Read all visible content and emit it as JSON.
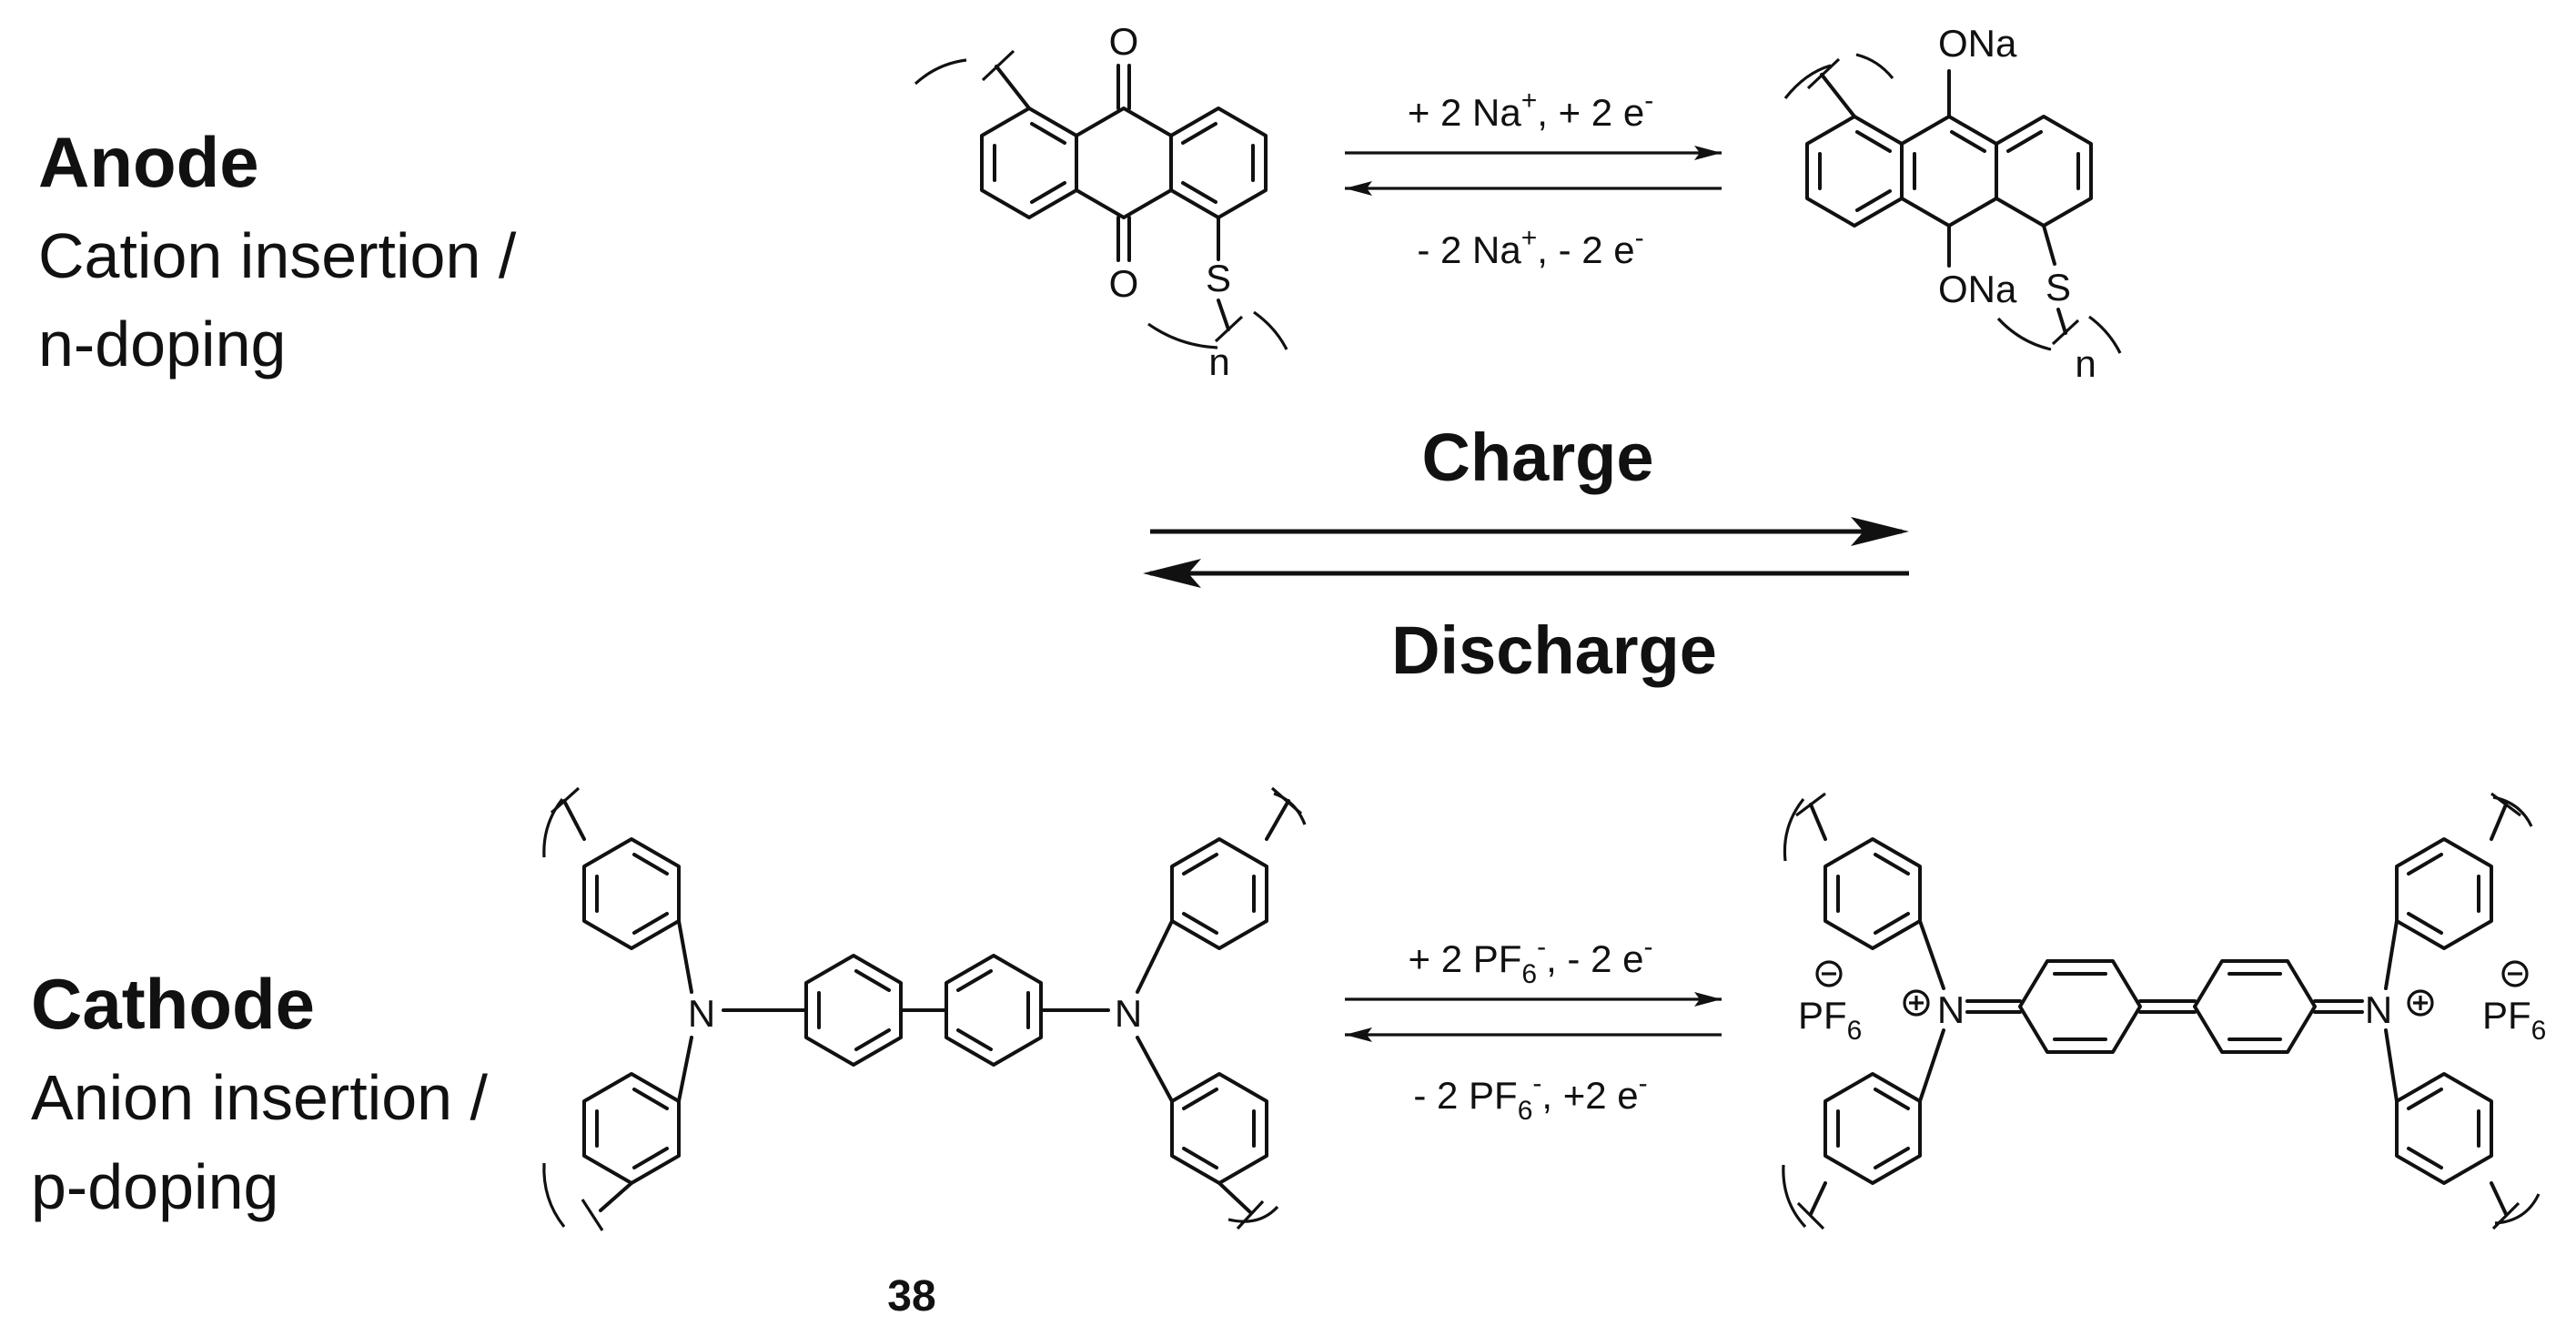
{
  "anode": {
    "title": "Anode",
    "line1": "Cation insertion /",
    "line2": "n-doping",
    "forward": "+ 2 Na+, + 2 e-",
    "reverse": "- 2 Na+, - 2 e-",
    "f_pre": "+ 2 Na",
    "f_sup1": "+",
    "f_mid": ", + 2 e",
    "f_sup2": "-",
    "r_pre": "- 2 Na",
    "r_sup1": "+",
    "r_mid": ", - 2 e",
    "r_sup2": "-",
    "atoms": {
      "O": "O",
      "ONa": "ONa",
      "S": "S",
      "n": "n"
    }
  },
  "central": {
    "charge": "Charge",
    "discharge": "Discharge"
  },
  "cathode": {
    "title": "Cathode",
    "line1": "Anion insertion /",
    "line2": "p-doping",
    "forward": "+ 2 PF6-, - 2 e-",
    "reverse": "- 2 PF6-, +2 e-",
    "f_pre": "+ 2 PF",
    "f_sub": "6",
    "f_sup1": "-",
    "f_mid": ", - 2 e",
    "f_sup2": "-",
    "r_pre": "- 2 PF",
    "r_sub": "6",
    "r_sup1": "-",
    "r_mid": ", +2 e",
    "r_sup2": "-",
    "compound_number": "38",
    "atoms": {
      "N": "N",
      "PF": "PF",
      "six": "6",
      "plus": "+",
      "minus": "−"
    }
  }
}
